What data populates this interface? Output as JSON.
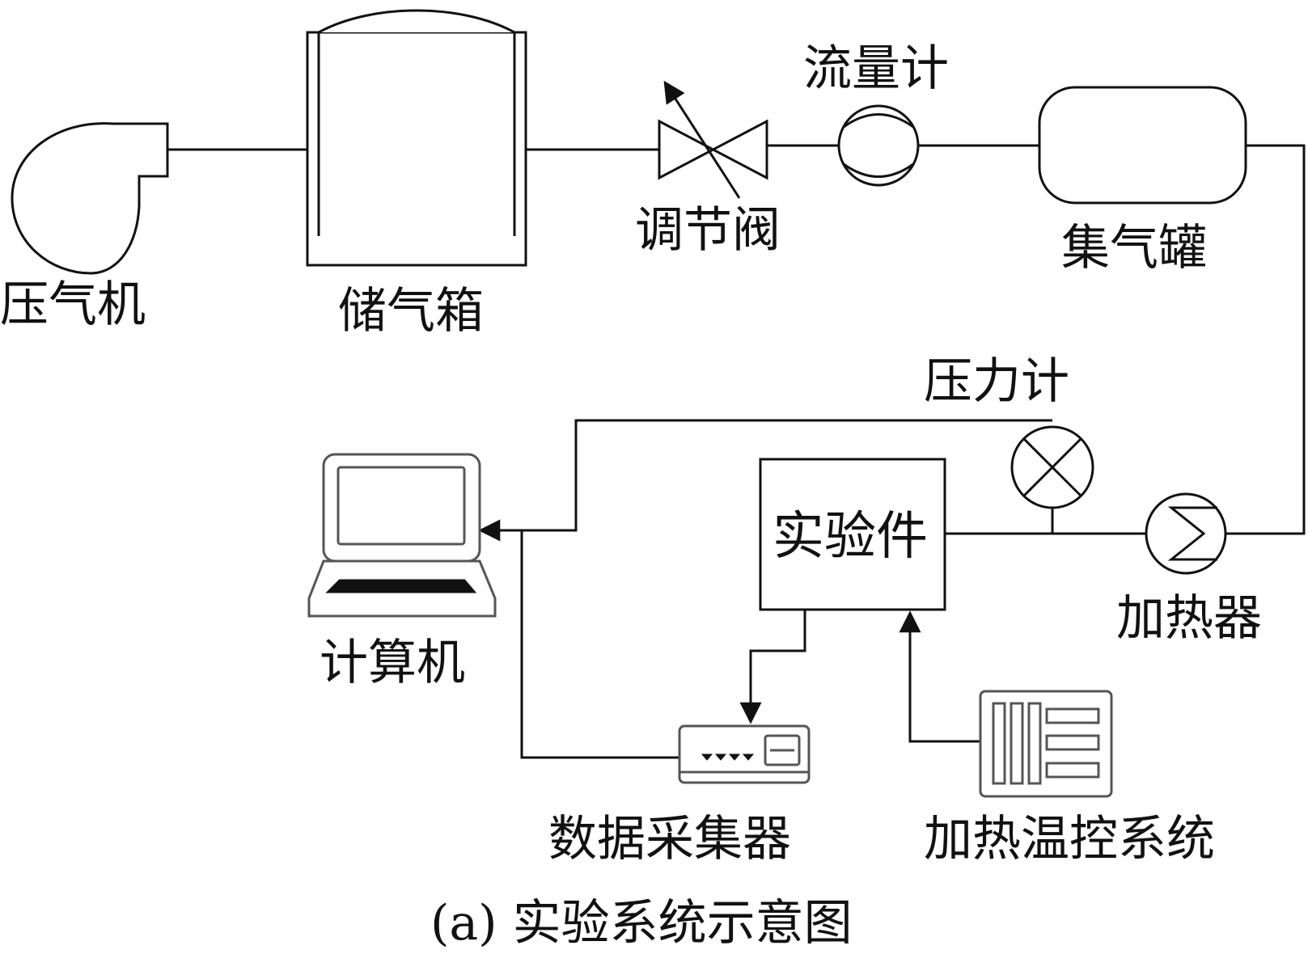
{
  "labels": {
    "compressor": "压气机",
    "tank": "储气箱",
    "valve": "调节阀",
    "flowmeter": "流量计",
    "collector": "集气罐",
    "pressure": "压力计",
    "heater": "加热器",
    "computer": "计算机",
    "specimen": "实验件",
    "daq": "数据采集器",
    "temp_ctrl": "加热温控系统"
  },
  "caption": "(a) 实验系统示意图",
  "colors": {
    "line": "#111111",
    "equipment_stroke": "#555555",
    "background": "#ffffff"
  }
}
